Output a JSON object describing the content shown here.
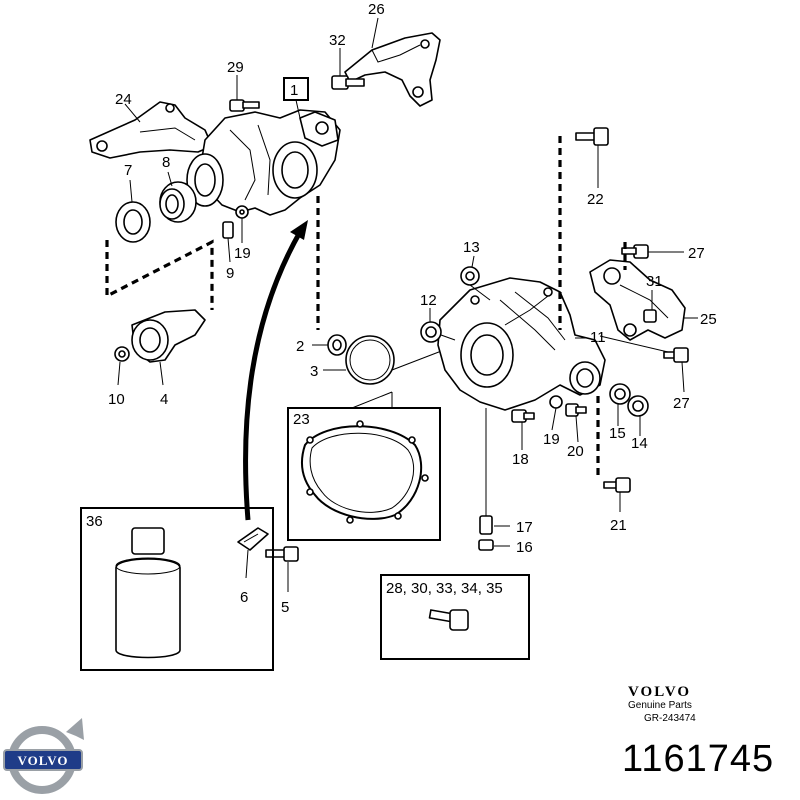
{
  "labels": {
    "l1": "1",
    "l2": "2",
    "l3": "3",
    "l4": "4",
    "l5": "5",
    "l6": "6",
    "l7": "7",
    "l8": "8",
    "l9": "9",
    "l10": "10",
    "l11": "11",
    "l12": "12",
    "l13": "13",
    "l14": "14",
    "l15": "15",
    "l16": "16",
    "l17": "17",
    "l18": "18",
    "l19a": "19",
    "l19b": "19",
    "l20": "20",
    "l21": "21",
    "l22": "22",
    "l23": "23",
    "l24": "24",
    "l25": "25",
    "l26": "26",
    "l27a": "27",
    "l27b": "27",
    "l29": "29",
    "l31": "31",
    "l32": "32",
    "l36": "36",
    "kit": "28, 30, 33, 34, 35"
  },
  "brand": {
    "name": "VOLVO",
    "subtitle": "Genuine Parts",
    "ref": "GR-243474",
    "emblem_text": "VOLVO"
  },
  "part_number": "1161745",
  "colors": {
    "ink": "#000000",
    "paper": "#ffffff",
    "emblem_metal": "#9aa0a6",
    "emblem_band": "#1f3c88"
  }
}
